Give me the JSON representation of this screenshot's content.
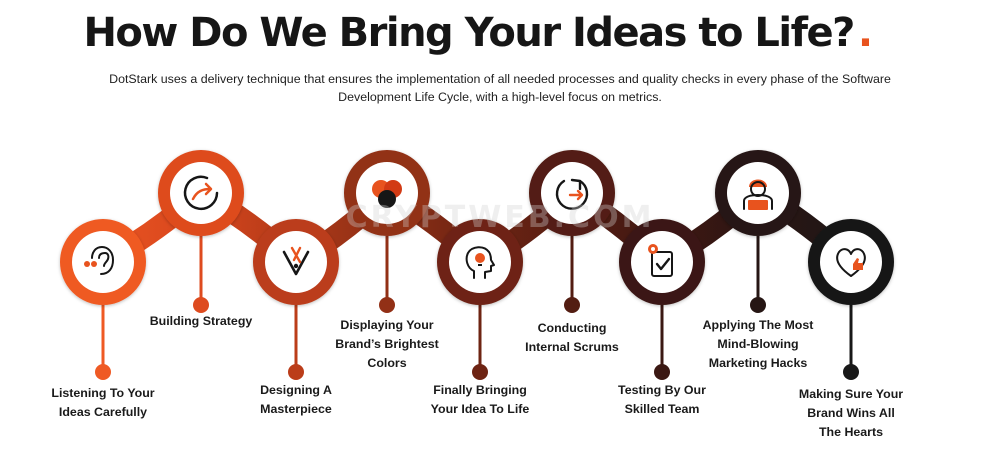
{
  "header": {
    "title": "How Do We Bring Your Ideas to Life?",
    "title_dot": ".",
    "subtitle_line1": "DotStark uses a delivery technique that ensures the implementation of all needed processes and quality checks in every phase of the Software",
    "subtitle_line2": "Development Life Cycle, with a high-level focus on metrics."
  },
  "watermark": "CRYPTWEB.COM",
  "colors": {
    "accent": "#e8531e",
    "ink": "#161616",
    "gradient": [
      "#ef5a24",
      "#d8461d",
      "#9e3417",
      "#6e2413",
      "#4a1a12",
      "#2b1513",
      "#181818"
    ]
  },
  "steps": [
    {
      "name": "listening",
      "icon": "ear-icon",
      "label_lines": [
        "Listening To Your",
        "Ideas Carefully"
      ]
    },
    {
      "name": "strategy",
      "icon": "circular-arrow-icon",
      "label_lines": [
        "Building Strategy"
      ]
    },
    {
      "name": "design",
      "icon": "pen-brush-icon",
      "label_lines": [
        "Designing A",
        "Masterpiece"
      ]
    },
    {
      "name": "colors",
      "icon": "color-circles-icon",
      "label_lines": [
        "Displaying Your",
        "Brand’s Brightest",
        "Colors"
      ]
    },
    {
      "name": "bringing-idea",
      "icon": "head-bulb-icon",
      "label_lines": [
        "Finally Bringing",
        "Your Idea To Life"
      ]
    },
    {
      "name": "scrums",
      "icon": "cycle-arrow-icon",
      "label_lines": [
        "Conducting",
        "Internal Scrums"
      ]
    },
    {
      "name": "testing",
      "icon": "checklist-gear-icon",
      "label_lines": [
        "Testing By Our",
        "Skilled Team"
      ]
    },
    {
      "name": "marketing",
      "icon": "person-laptop-icon",
      "label_lines": [
        "Applying The Most",
        "Mind-Blowing",
        "Marketing Hacks"
      ]
    },
    {
      "name": "brand-hearts",
      "icon": "heart-thumb-icon",
      "label_lines": [
        "Making Sure Your",
        "Brand Wins All",
        "The Hearts"
      ]
    }
  ]
}
